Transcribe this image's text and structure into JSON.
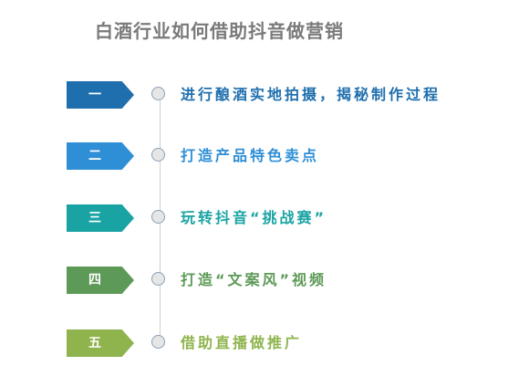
{
  "title": "白酒行业如何借助抖音做营销",
  "steps": [
    {
      "badge": "一",
      "text": "进行酿酒实地拍摄，揭秘制作过程",
      "color": "#1f6fae"
    },
    {
      "badge": "二",
      "text": "打造产品特色卖点",
      "color": "#2f8fd6"
    },
    {
      "badge": "三",
      "text": "玩转抖音“挑战赛”",
      "color": "#1aa3a3"
    },
    {
      "badge": "四",
      "text": "打造“文案风”视频",
      "color": "#5d9a57"
    },
    {
      "badge": "五",
      "text": "借助直播做推广",
      "color": "#8fb44e"
    }
  ]
}
